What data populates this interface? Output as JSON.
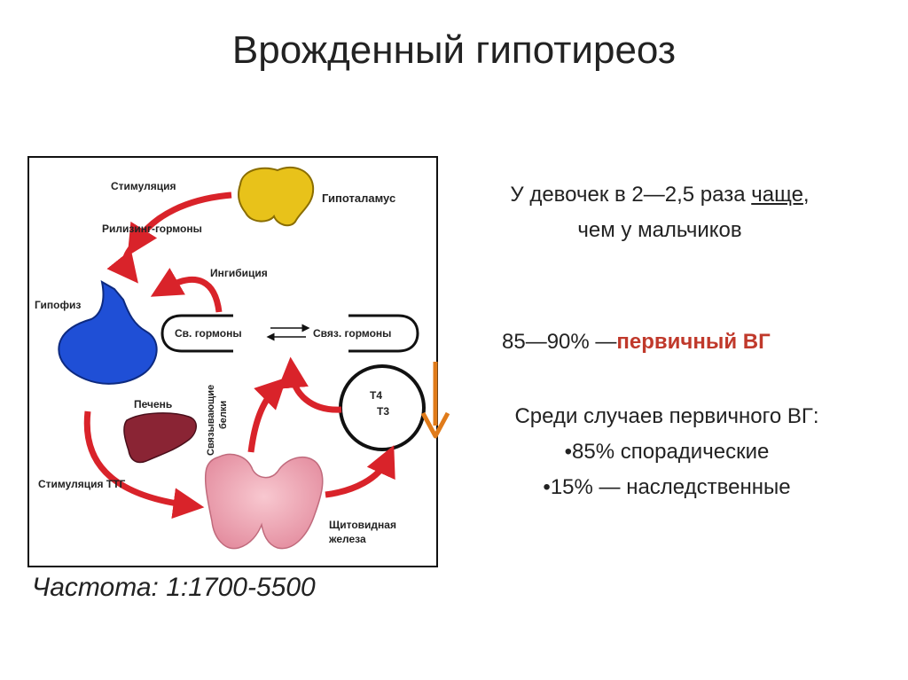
{
  "title": "Врожденный гипотиреоз",
  "diagram": {
    "labels": {
      "stimulation": "Стимуляция",
      "hypothalamus": "Гипоталамус",
      "releasing_hormones": "Рилизинг-гормоны",
      "inhibition": "Ингибиция",
      "pituitary": "Гипофиз",
      "free_hormones": "Св. гормоны",
      "bound_hormones": "Связ. гормоны",
      "binding_proteins_1": "Связывающие",
      "binding_proteins_2": "белки",
      "liver": "Печень",
      "t4": "Т4",
      "t3": "Т3",
      "tsh_stimulation": "Стимуляция ТТГ",
      "thyroid_1": "Щитовидная",
      "thyroid_2": "железа"
    },
    "colors": {
      "arrow": "#d9232a",
      "hypothalamus": "#e8c21a",
      "pituitary": "#1f4fd6",
      "liver": "#8a2434",
      "thyroid": "#f0a8b4"
    }
  },
  "frequency": "Частота: 1:1700-5500",
  "right": {
    "girls_line_prefix": "У девочек в 2—2,5 раза ",
    "girls_line_underlined": "чаще",
    "girls_line_suffix": ",",
    "boys_line": "чем у мальчиков",
    "primary_prefix": "85—90% —",
    "primary_accent": "первичный ВГ",
    "among_cases": "Среди случаев первичного ВГ:",
    "bullet_1": "•85% спорадические",
    "bullet_2": "•15% — наследственные"
  },
  "accent_colors": {
    "down_arrow": "#e07b1a",
    "primary_text": "#c0392b"
  }
}
